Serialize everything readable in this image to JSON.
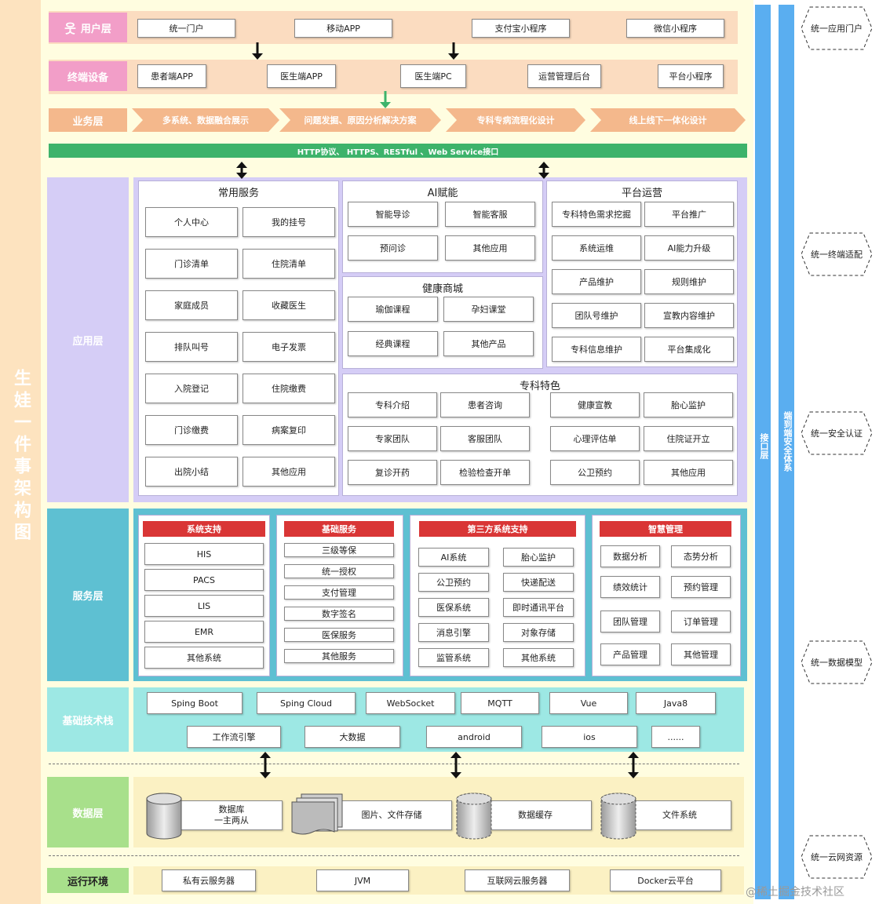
{
  "title": "生娃一件事架构图",
  "interface_layer": "接口层",
  "security_system": "端到端安全体系",
  "user_layer": {
    "label": "用户层",
    "items": [
      "统一门户",
      "移动APP",
      "支付宝小程序",
      "微信小程序"
    ]
  },
  "terminal_layer": {
    "label": "终端设备",
    "items": [
      "患者端APP",
      "医生端APP",
      "医生端PC",
      "运营管理后台",
      "平台小程序"
    ]
  },
  "business_layer": {
    "label": "业务层",
    "items": [
      "多系统、数据融合展示",
      "问题发掘、原因分析解决方案",
      "专科专病流程化设计",
      "线上线下一体化设计"
    ]
  },
  "protocol_bar": "HTTP协议、 HTTPS、RESTful 、Web Service接口",
  "app_layer": {
    "label": "应用层",
    "common": {
      "title": "常用服务",
      "items": [
        "个人中心",
        "我的挂号",
        "门诊清单",
        "住院清单",
        "家庭成员",
        "收藏医生",
        "排队叫号",
        "电子发票",
        "入院登记",
        "住院缴费",
        "门诊缴费",
        "病案复印",
        "出院小结",
        "其他应用"
      ]
    },
    "ai": {
      "title": "AI赋能",
      "items": [
        "智能导诊",
        "智能客服",
        "预问诊",
        "其他应用"
      ]
    },
    "mall": {
      "title": "健康商城",
      "items": [
        "瑜伽课程",
        "孕妇课堂",
        "经典课程",
        "其他产品"
      ]
    },
    "ops": {
      "title": "平台运营",
      "items": [
        "专科特色需求挖掘",
        "平台推广",
        "系统运维",
        "AI能力升级",
        "产品维护",
        "规则维护",
        "团队号维护",
        "宣教内容维护",
        "专科信息维护",
        "平台集成化"
      ]
    },
    "specialty": {
      "title": "专科特色",
      "items": [
        "专科介绍",
        "患者咨询",
        "健康宣教",
        "胎心监护",
        "专家团队",
        "客服团队",
        "心理评估单",
        "住院证开立",
        "复诊开药",
        "检验检查开单",
        "公卫预约",
        "其他应用"
      ]
    }
  },
  "service_layer": {
    "label": "服务层",
    "system": {
      "title": "系统支持",
      "items": [
        "HIS",
        "PACS",
        "LIS",
        "EMR",
        "其他系统"
      ]
    },
    "basic": {
      "title": "基础服务",
      "items": [
        "三级等保",
        "统一授权",
        "支付管理",
        "数字签名",
        "医保服务",
        "其他服务"
      ]
    },
    "third": {
      "title": "第三方系统支持",
      "items": [
        "AI系统",
        "胎心监护",
        "公卫预约",
        "快递配送",
        "医保系统",
        "即时通讯平台",
        "消息引擎",
        "对象存储",
        "监管系统",
        "其他系统"
      ]
    },
    "smart": {
      "title": "智慧管理",
      "items": [
        "数据分析",
        "态势分析",
        "绩效统计",
        "预约管理",
        "团队管理",
        "订单管理",
        "产品管理",
        "其他管理"
      ]
    }
  },
  "tech_layer": {
    "label": "基础技术栈",
    "row1": [
      "Sping Boot",
      "Sping Cloud",
      "WebSocket",
      "MQTT",
      "Vue",
      "Java8"
    ],
    "row2": [
      "工作流引擎",
      "大数据",
      "android",
      "ios",
      "......"
    ]
  },
  "data_layer": {
    "label": "数据层",
    "items": [
      "数据库\n一主两从",
      "图片、文件存储",
      "数据缓存",
      "文件系统"
    ]
  },
  "runtime": {
    "label": "运行环境",
    "items": [
      "私有云服务器",
      "JVM",
      "互联网云服务器",
      "Docker云平台"
    ]
  },
  "right_labels": [
    "统一应用门户",
    "统一终端适配",
    "统一安全认证",
    "统一数据模型",
    "统一云网资源"
  ],
  "watermark": "@稀土掘金技术社区",
  "colors": {
    "peach": "#fbe3c5",
    "salmon": "#f4b88c",
    "pink": "#f29ec8",
    "green": "#3db36b",
    "lavender": "#d5cdf6",
    "teal": "#5ec0d2",
    "cyan": "#9de8e4",
    "lime": "#a8e08b",
    "blue": "#5aaef0",
    "red": "#d93636"
  }
}
